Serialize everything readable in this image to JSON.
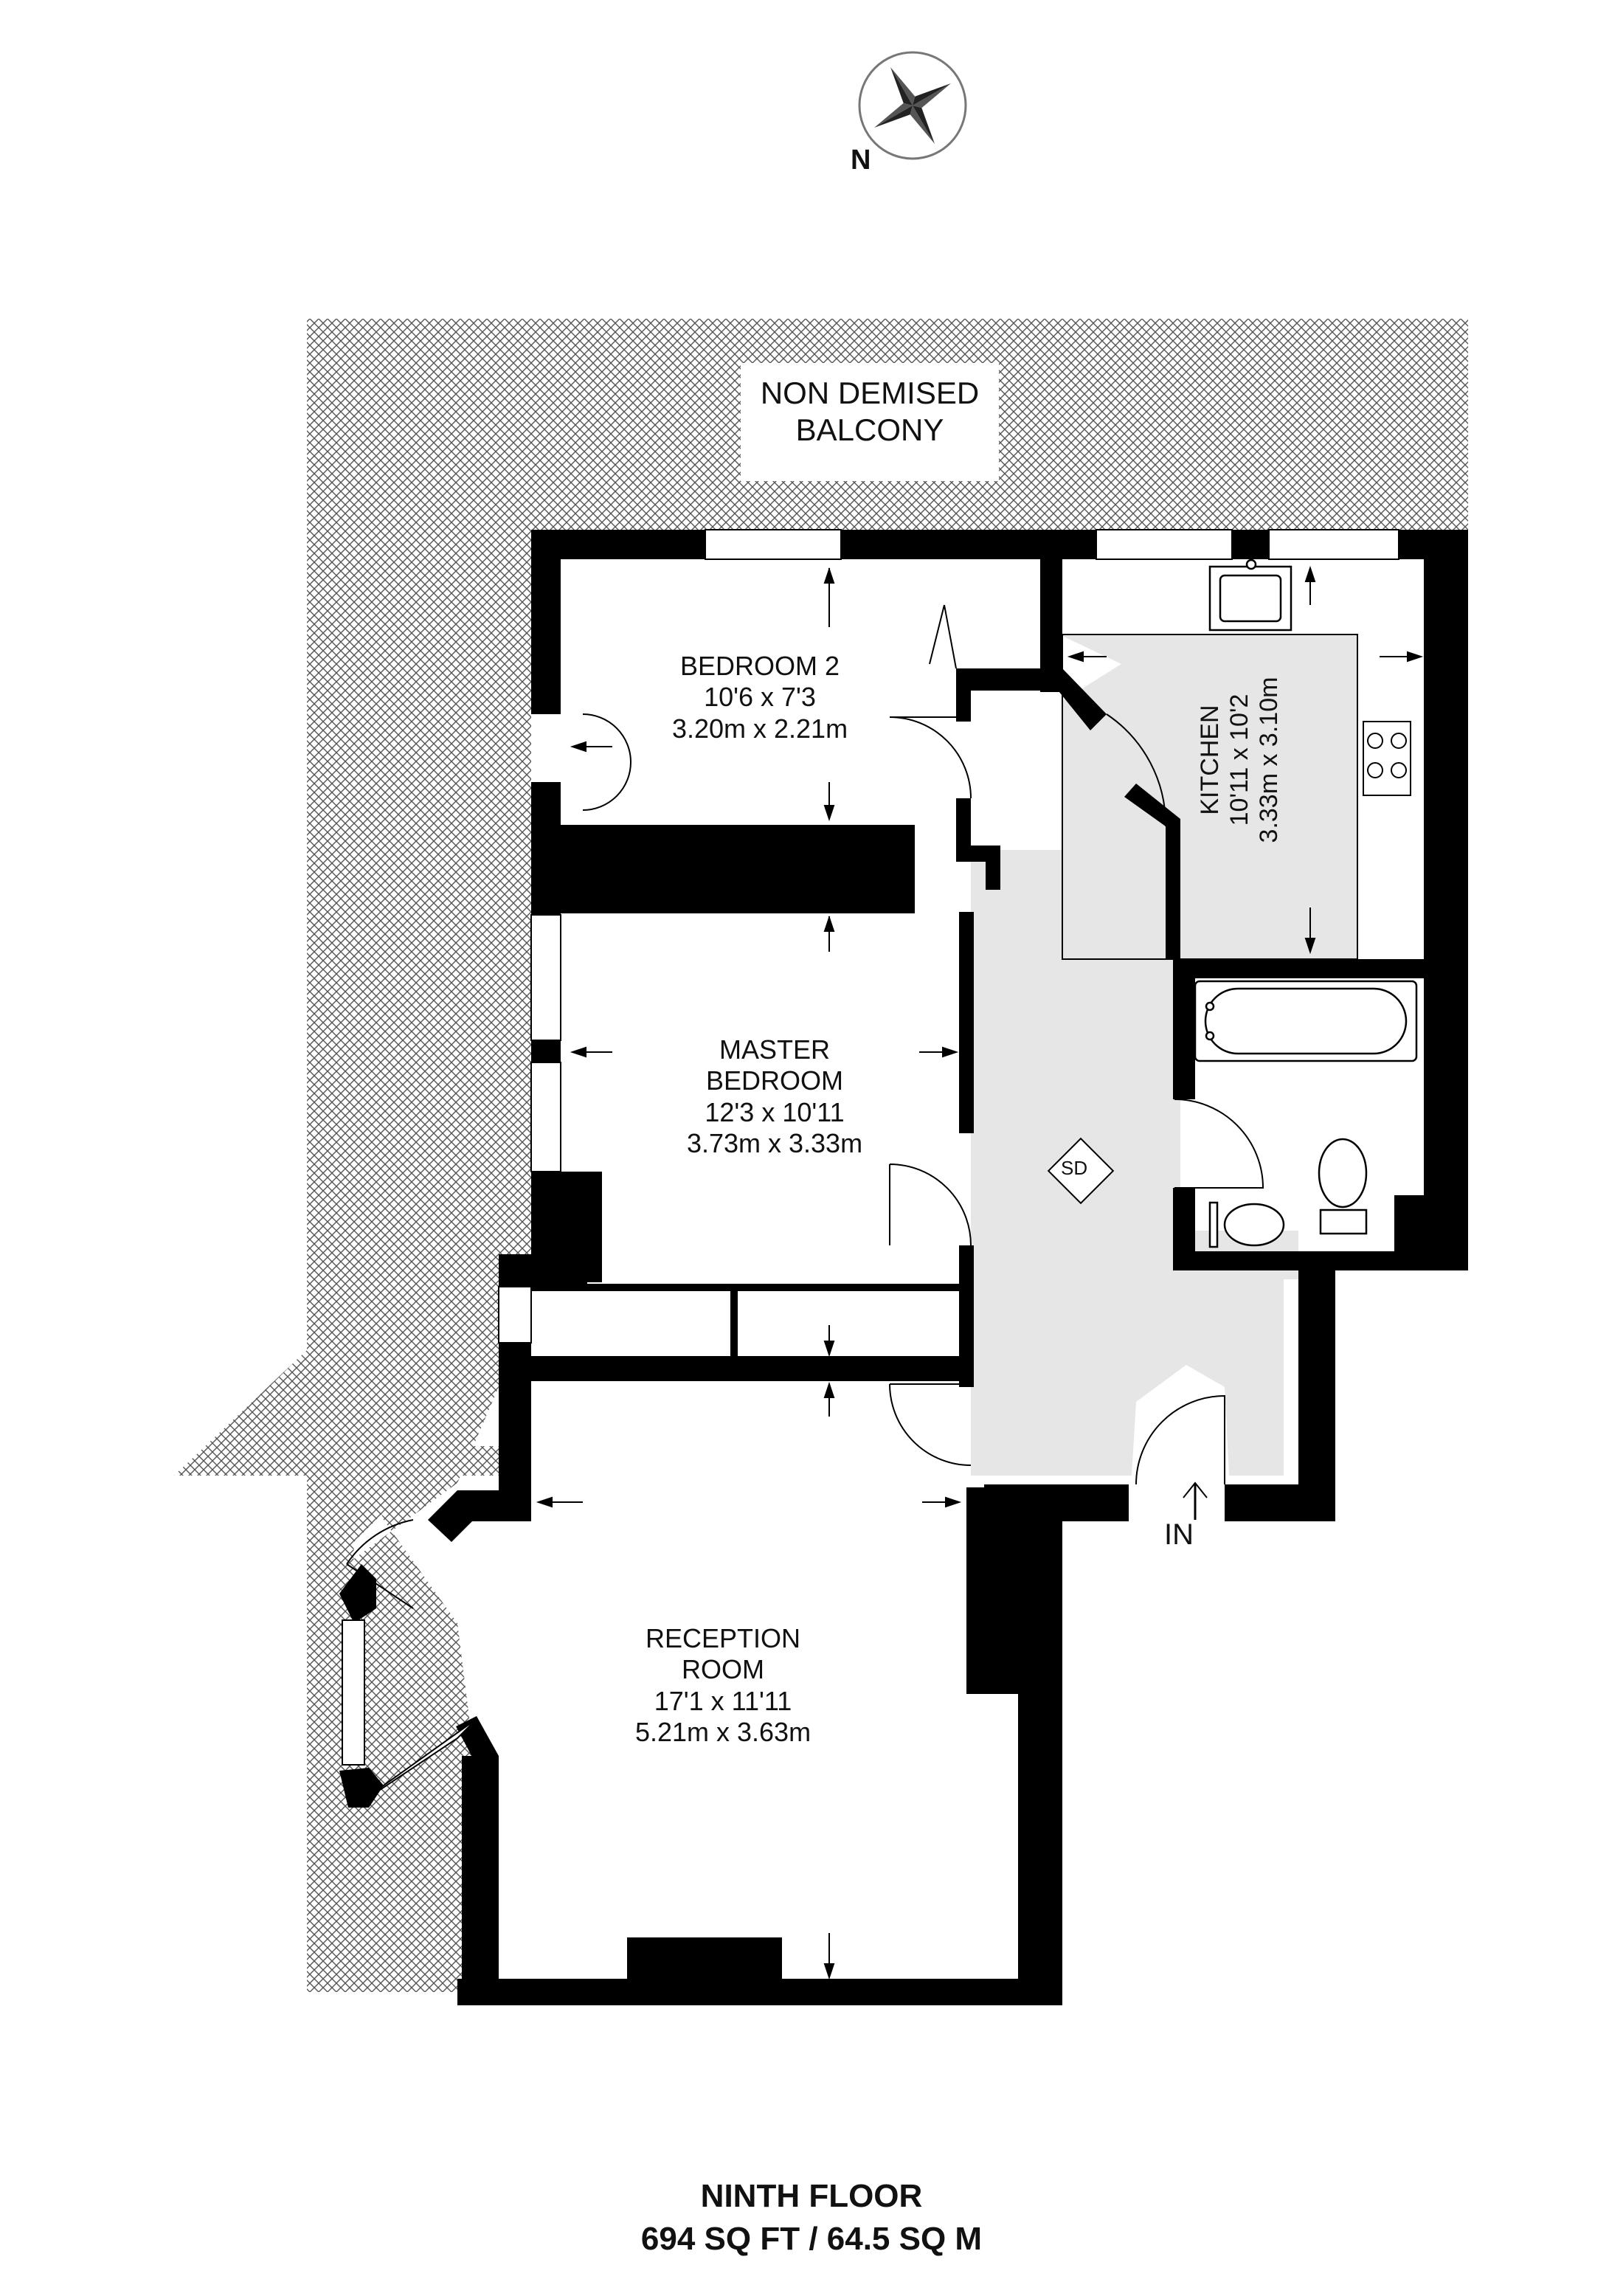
{
  "compass": {
    "north_label": "N"
  },
  "balcony": {
    "line1": "NON DEMISED",
    "line2": "BALCONY"
  },
  "rooms": {
    "bedroom2": {
      "name": "BEDROOM 2",
      "imperial": "10'6 x 7'3",
      "metric": "3.20m x 2.21m"
    },
    "master": {
      "name1": "MASTER",
      "name2": "BEDROOM",
      "imperial": "12'3 x 10'11",
      "metric": "3.73m x 3.33m"
    },
    "kitchen": {
      "name": "KITCHEN",
      "imperial": "10'11 x 10'2",
      "metric": "3.33m x 3.10m"
    },
    "reception": {
      "name1": "RECEPTION",
      "name2": "ROOM",
      "imperial": "17'1 x 11'11",
      "metric": "5.21m x 3.63m"
    }
  },
  "markers": {
    "entrance": "IN",
    "smoke_detector": "SD"
  },
  "footer": {
    "floor": "NINTH FLOOR",
    "area": "694 SQ FT / 64.5 SQ M"
  },
  "colors": {
    "wall": "#000000",
    "hatch": "#555555",
    "floor": "#e6e6e6",
    "background": "#ffffff"
  }
}
